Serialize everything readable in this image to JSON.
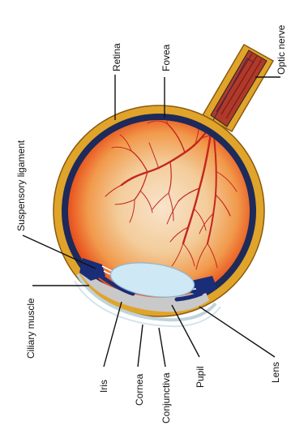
{
  "labels": {
    "retina": "Retina",
    "fovea": "Fovea",
    "optic_nerve": "Optic nerve",
    "suspensory_ligament": "Suspensory ligament",
    "ciliary_muscle": "Ciliary muscle",
    "iris": "Iris",
    "cornea": "Cornea",
    "conjunctiva": "Conjunctiva",
    "pupil": "Pupil",
    "lens": "Lens"
  },
  "colors": {
    "sclera": "#e0a42a",
    "choroid": "#1d2a5a",
    "retina_edge": "#e84c1c",
    "vitreous_center": "#f6dcc0",
    "vessels": "#c4261e",
    "lens": "#cfe8f5",
    "aqueous": "#c9c9c9",
    "iris": "#1a2d78"
  }
}
